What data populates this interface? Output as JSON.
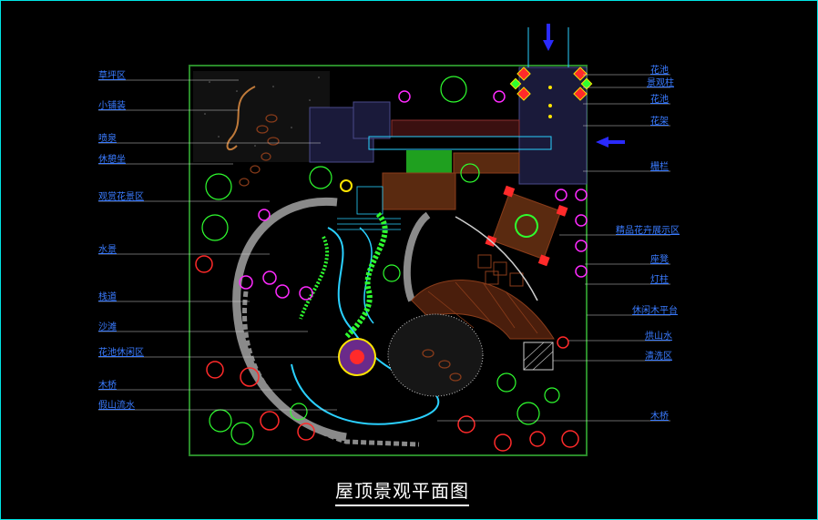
{
  "title": "屋顶景观平面图",
  "labels_left": [
    "草坪区",
    "小铺装",
    "喷泉",
    "休憩坐",
    "观赏花景区",
    "水景",
    "栈道",
    "沙滩",
    "花池休闲区",
    "木桥",
    "假山流水"
  ],
  "labels_right": [
    "花池",
    "景观柱",
    "花池",
    "花架",
    "栅栏",
    "精品花卉展示区",
    "座凳",
    "灯柱",
    "休闲木平台",
    "烘山水",
    "清洗区",
    "木桥"
  ],
  "colors": {
    "border": "#00e5e5",
    "label": "#3a7bff",
    "grass": "#1f9a1f",
    "wood": "#8a3c1a",
    "water": "#2ad0ff",
    "path": "#9a9a9a",
    "flower_magenta": "#ff2aff",
    "flower_red": "#ff2a2a",
    "yellow": "#ffe500"
  }
}
